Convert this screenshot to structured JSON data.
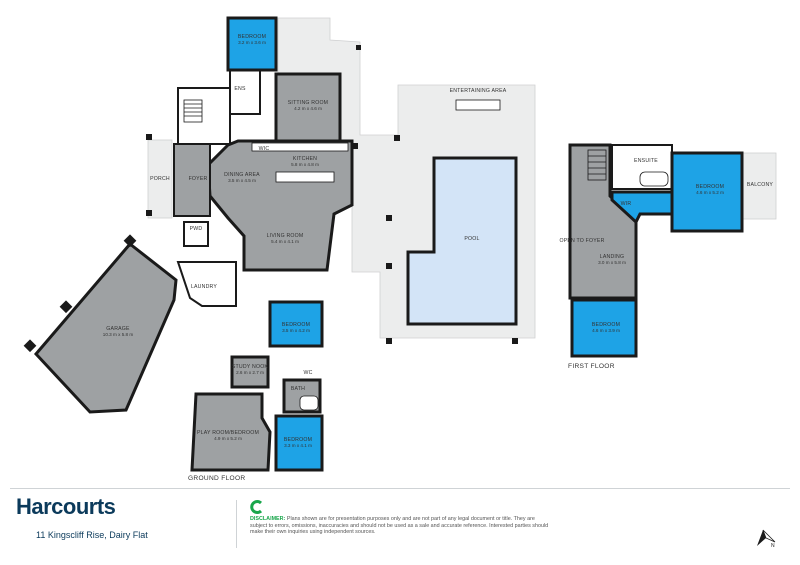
{
  "ground_floor": {
    "label": "GROUND FLOOR",
    "rooms": [
      {
        "name": "BEDROOM",
        "dims": "3.2 m x 3.6 m"
      },
      {
        "name": "ENS",
        "dims": ""
      },
      {
        "name": "SITTING ROOM",
        "dims": "4.2 m x 4.6 m"
      },
      {
        "name": "ENTERTAINING AREA",
        "dims": ""
      },
      {
        "name": "KITCHEN",
        "dims": "5.8 m x 4.8 m"
      },
      {
        "name": "DINING AREA",
        "dims": "3.5 m x 4.5 m"
      },
      {
        "name": "PORCH",
        "dims": ""
      },
      {
        "name": "FOYER",
        "dims": ""
      },
      {
        "name": "LIVING ROOM",
        "dims": "5.4 m x 4.1 m"
      },
      {
        "name": "POOL",
        "dims": ""
      },
      {
        "name": "PWD",
        "dims": ""
      },
      {
        "name": "LAUNDRY",
        "dims": ""
      },
      {
        "name": "GARAGE",
        "dims": "10.3 m x 5.8 m"
      },
      {
        "name": "BEDROOM",
        "dims": "3.5 m x 4.2 m"
      },
      {
        "name": "STUDY NOOK",
        "dims": "2.6 m x 2.7 m"
      },
      {
        "name": "BATH",
        "dims": ""
      },
      {
        "name": "PLAY ROOM/BEDROOM",
        "dims": "4.9 m x 5.2 m"
      },
      {
        "name": "BEDROOM",
        "dims": "3.3 m x 4.1 m"
      }
    ]
  },
  "first_floor": {
    "label": "FIRST FLOOR",
    "rooms": [
      {
        "name": "ENSUITE",
        "dims": ""
      },
      {
        "name": "BEDROOM",
        "dims": "4.6 m x 5.2 m"
      },
      {
        "name": "BALCONY",
        "dims": ""
      },
      {
        "name": "WIR",
        "dims": ""
      },
      {
        "name": "OPEN TO FOYER",
        "dims": ""
      },
      {
        "name": "LANDING",
        "dims": "3.0 m x 5.8 m"
      },
      {
        "name": "BEDROOM",
        "dims": "4.6 m x 3.9 m"
      }
    ]
  },
  "small_labels": {
    "wic": "WIC",
    "wc": "WC"
  },
  "footer": {
    "brand": "Harcourts",
    "address_number": "11",
    "address_rest": "Kingscliff Rise, Dairy Flat",
    "disclaimer_label": "DISCLAIMER:",
    "disclaimer_text": "Plans shown are for presentation purposes only and are not part of any legal document or title. They are subject to errors, omissions, inaccuracies and should not be used as a sale and accurate reference. Interested parties should make their own inquiries using independent sources."
  },
  "colors": {
    "room_grey": "#9ea1a3",
    "bedroom_blue": "#1ea3e6",
    "pool_blue": "#d3e4f7",
    "deck_light": "#e8e9ea",
    "wall": "#1a1a1a",
    "brand_navy": "#0b3a5b",
    "brand_green": "#19a64b"
  },
  "icons": {
    "compass": "north-arrow-icon",
    "disclaimer": "c-logo-icon"
  }
}
